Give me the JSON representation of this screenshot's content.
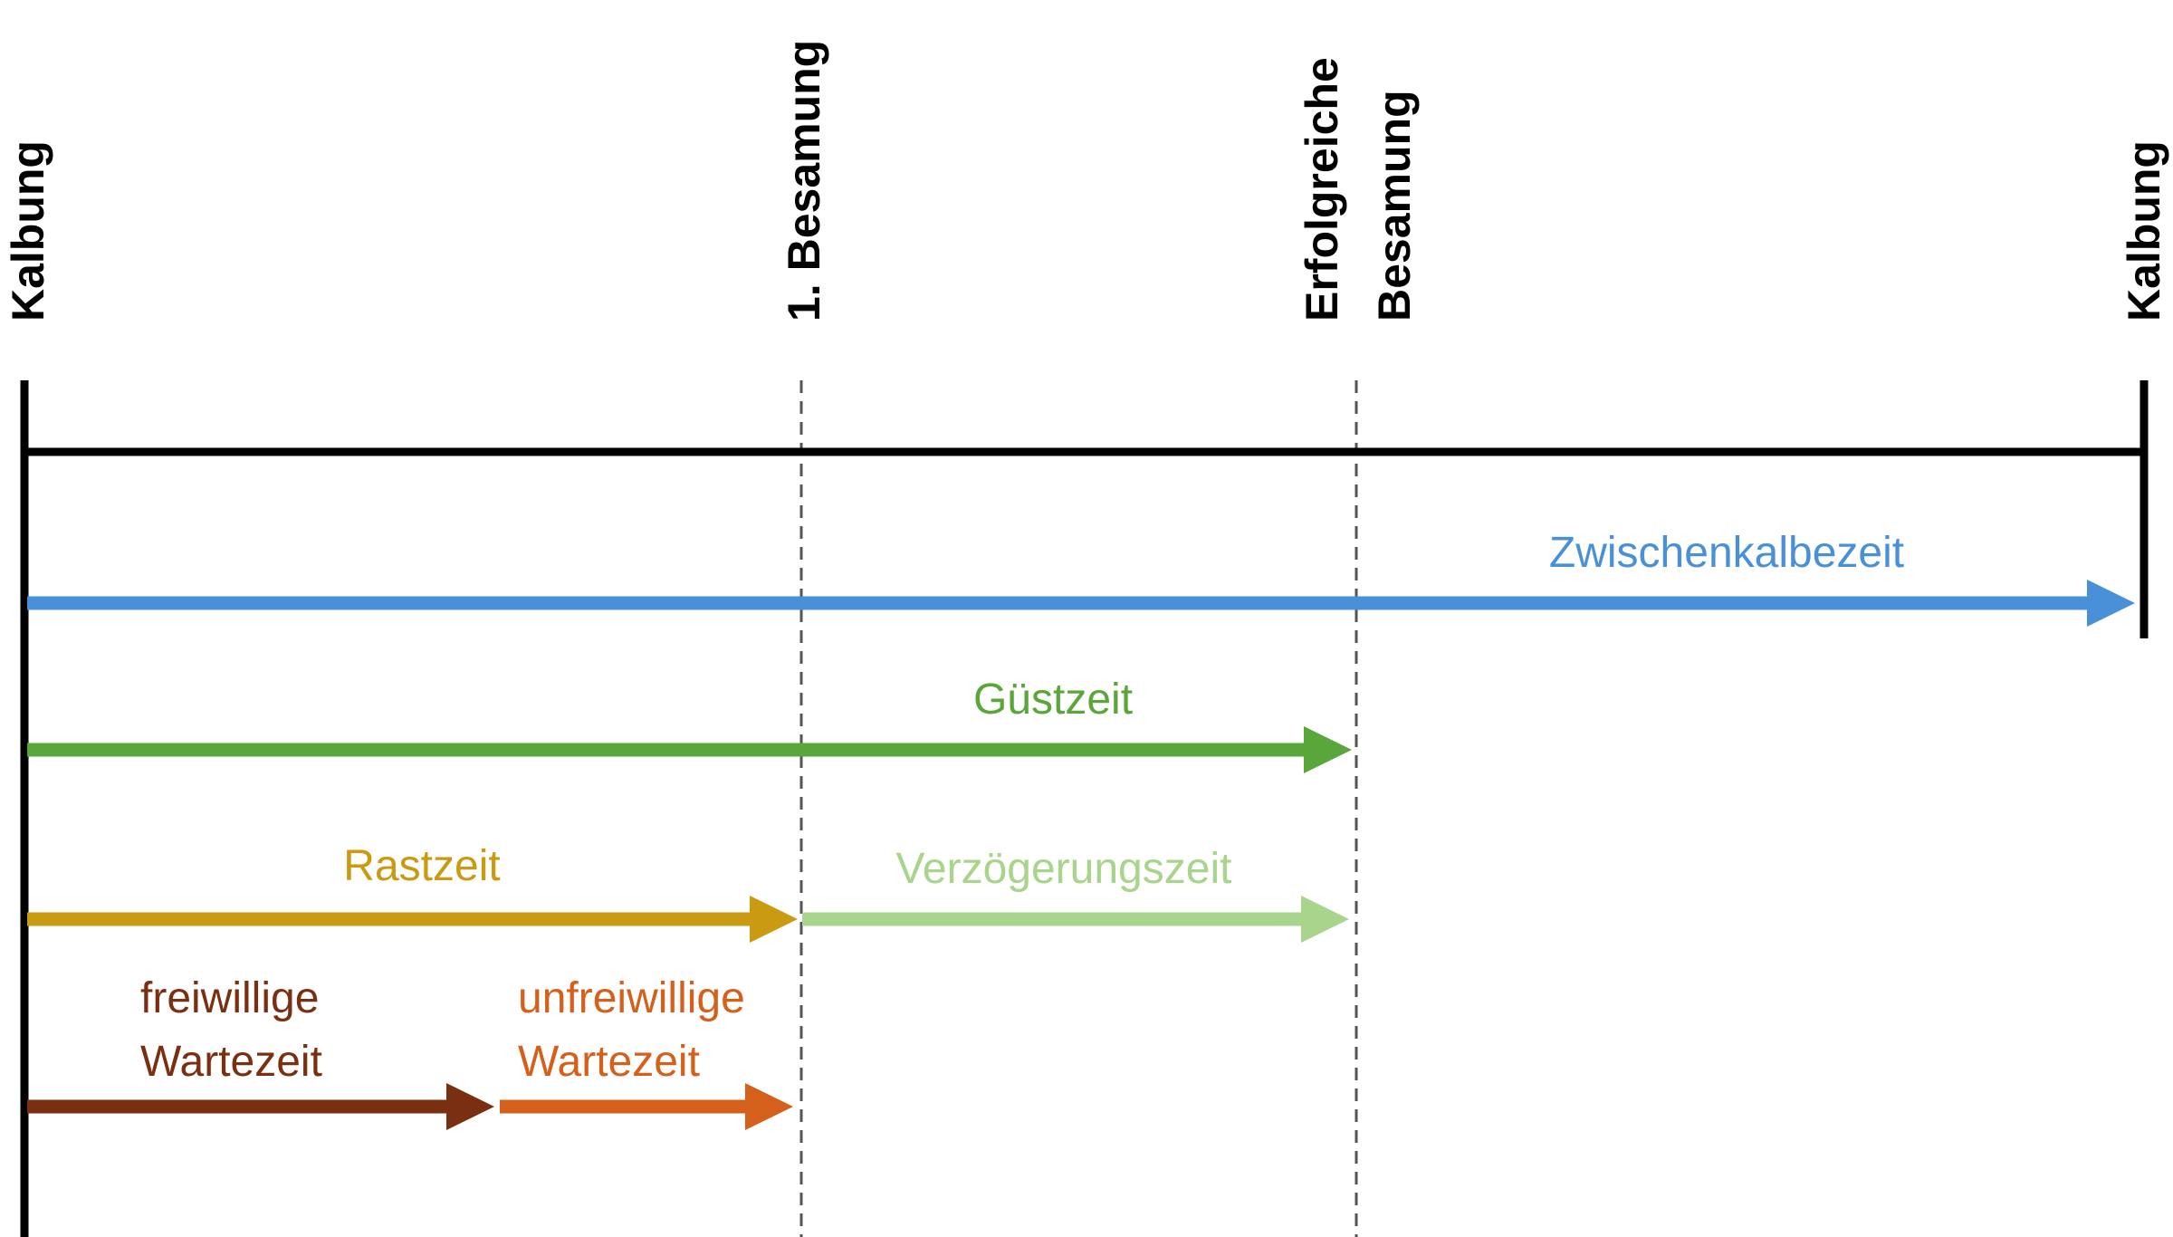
{
  "milestones": {
    "start": {
      "label": "Kalbung"
    },
    "first_insemination": {
      "label": "1. Besamung"
    },
    "successful_insemination": {
      "line1": "Erfolgreiche",
      "line2": "Besamung"
    },
    "end": {
      "label": "Kalbung"
    }
  },
  "periods": {
    "calving_interval": {
      "label": "Zwischenkalbezeit",
      "color": "#4a90d9"
    },
    "open_days": {
      "label": "Güstzeit",
      "color": "#5ba63a"
    },
    "rest_period": {
      "label": "Rastzeit",
      "color": "#c99a12"
    },
    "delay_period": {
      "label": "Verzögerungszeit",
      "color": "#a8d48c"
    },
    "voluntary_waiting": {
      "line1": "freiwillige",
      "line2": "Wartezeit",
      "color": "#7a2f10"
    },
    "involuntary_waiting": {
      "line1": "unfreiwillige",
      "line2": "Wartezeit",
      "color": "#d4601c"
    }
  },
  "colors": {
    "axis": "#000000",
    "guide": "#555555"
  }
}
